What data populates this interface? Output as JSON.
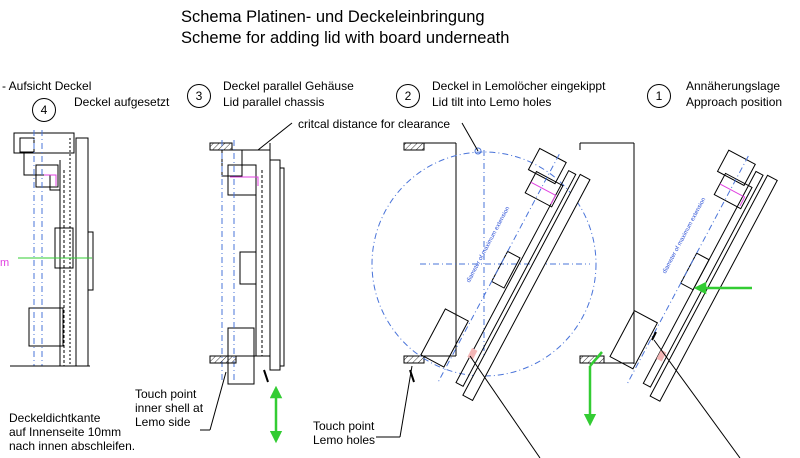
{
  "title": {
    "line1": "Schema Platinen- und Deckeleinbringung",
    "line2": "Scheme for adding lid with board underneath"
  },
  "steps": [
    {
      "number": "4",
      "label_de": "Deckel aufgesetzt",
      "label_en": "",
      "header": "- Aufsicht Deckel"
    },
    {
      "number": "3",
      "label_de": "Deckel parallel Gehäuse",
      "label_en": "Lid parallel chassis"
    },
    {
      "number": "2",
      "label_de": "Deckel in Lemolöcher eingekippt",
      "label_en": "Lid tilt into Lemo holes"
    },
    {
      "number": "1",
      "label_de": "Annäherungslage",
      "label_en": "Approach position"
    }
  ],
  "annotations": {
    "critical_distance": "critcal distance for clearance",
    "touch_inner_1": "Touch point",
    "touch_inner_2": "inner shell at",
    "touch_inner_3": "Lemo side",
    "touch_lemo_1": "Touch point",
    "touch_lemo_2": "Lemo holes",
    "seal_1": "Deckeldichtkante",
    "seal_2": "auf Innenseite 10mm",
    "seal_3": "nach innen abschleifen.",
    "left_fragment": "m",
    "diameter_label": "diameter of maximum extension"
  },
  "colors": {
    "line": "#000000",
    "dim_blue": "#4a74d9",
    "green": "#33cc33",
    "magenta": "#e040e0",
    "pink": "#f4b6b6"
  },
  "icons": {
    "arrows": "green-motion-arrow"
  }
}
